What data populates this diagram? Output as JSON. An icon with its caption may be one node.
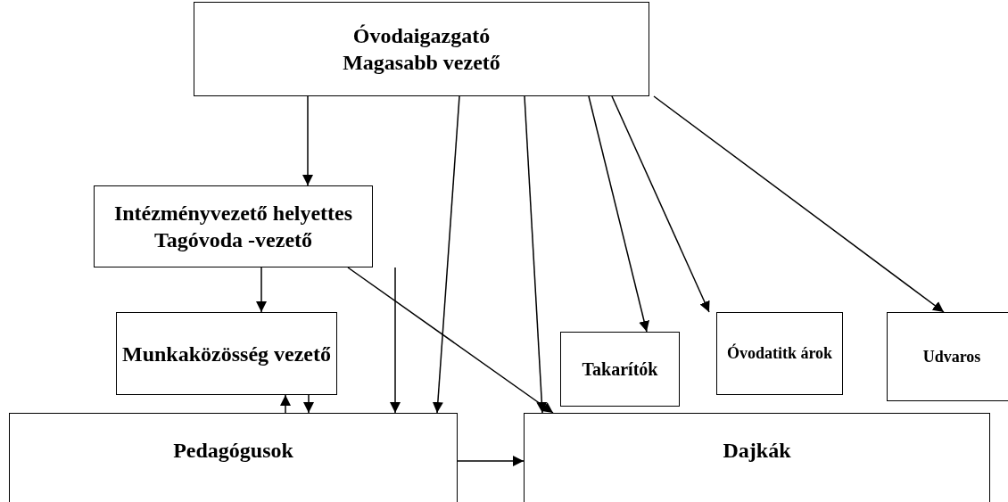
{
  "diagram": {
    "nodes": [
      {
        "text": [
          "Óvodaigazgató",
          "Magasabb vezető"
        ]
      },
      {
        "text": [
          "Intézményvezető helyettes",
          "Tagóvoda -vezető"
        ]
      },
      {
        "text": [
          "Munkaközösség vezető"
        ]
      },
      {
        "text": [
          "Takarítók"
        ]
      },
      {
        "text": [
          "Óvodatitk árok"
        ]
      },
      {
        "text": [
          "Udvaros"
        ]
      },
      {
        "text": [
          "Pedagógusok"
        ]
      },
      {
        "text": [
          "Dajkák"
        ]
      }
    ],
    "edges": [
      {
        "from": 0,
        "to": 1,
        "arrow": "to"
      },
      {
        "from": 0,
        "to": 6,
        "arrow": "to"
      },
      {
        "from": 0,
        "to": 7,
        "arrow": "to"
      },
      {
        "from": 0,
        "to": 3,
        "arrow": "to"
      },
      {
        "from": 0,
        "to": 4,
        "arrow": "to"
      },
      {
        "from": 0,
        "to": 5,
        "arrow": "to"
      },
      {
        "from": 1,
        "to": 2,
        "arrow": "to"
      },
      {
        "from": 1,
        "to": 6,
        "arrow": "to"
      },
      {
        "from": 1,
        "to": 7,
        "arrow": "to"
      },
      {
        "from": 2,
        "to": 6,
        "arrow": "to"
      },
      {
        "from": 6,
        "to": 2,
        "arrow": "to"
      },
      {
        "from": 6,
        "to": 7,
        "arrow": "to"
      }
    ]
  }
}
